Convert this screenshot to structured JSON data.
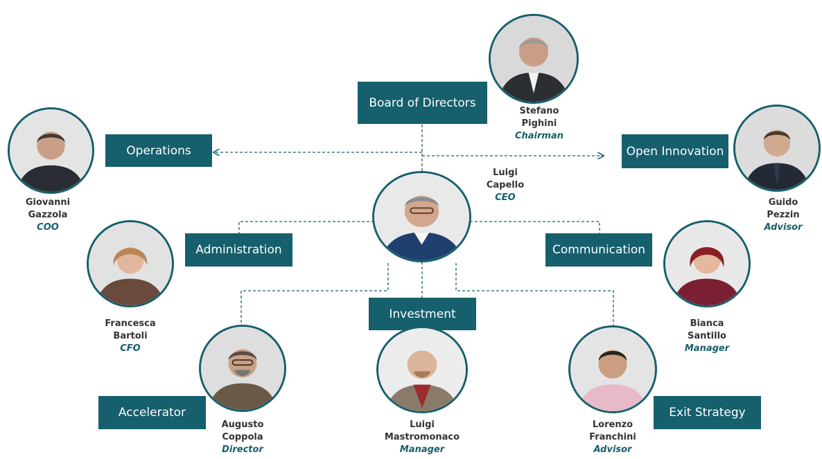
{
  "colors": {
    "accent": "#165f6c",
    "text": "#333333",
    "line": "#165f6c"
  },
  "boxes": {
    "board": "Board of Directors",
    "operations": "Operations",
    "open_innovation": "Open Innovation",
    "administration": "Administration",
    "communication": "Communication",
    "investment": "Investment",
    "accelerator": "Accelerator",
    "exit_strategy": "Exit Strategy"
  },
  "people": {
    "chairman": {
      "first": "Stefano",
      "last": "Pighini",
      "role": "Chairman"
    },
    "ceo": {
      "first": "Luigi",
      "last": "Capello",
      "role": "CEO"
    },
    "coo": {
      "first": "Giovanni",
      "last": "Gazzola",
      "role": "COO"
    },
    "advisor_pezzin": {
      "first": "Guido",
      "last": "Pezzin",
      "role": "Advisor"
    },
    "cfo": {
      "first": "Francesca",
      "last": "Bartoli",
      "role": "CFO"
    },
    "manager_santillo": {
      "first": "Bianca",
      "last": "Santillo",
      "role": "Manager"
    },
    "director": {
      "first": "Augusto",
      "last": "Coppola",
      "role": "Director"
    },
    "manager_mastromonaco": {
      "first": "Luigi",
      "last": "Mastromonaco",
      "role": "Manager"
    },
    "advisor_franchini": {
      "first": "Lorenzo",
      "last": "Franchini",
      "role": "Advisor"
    }
  }
}
